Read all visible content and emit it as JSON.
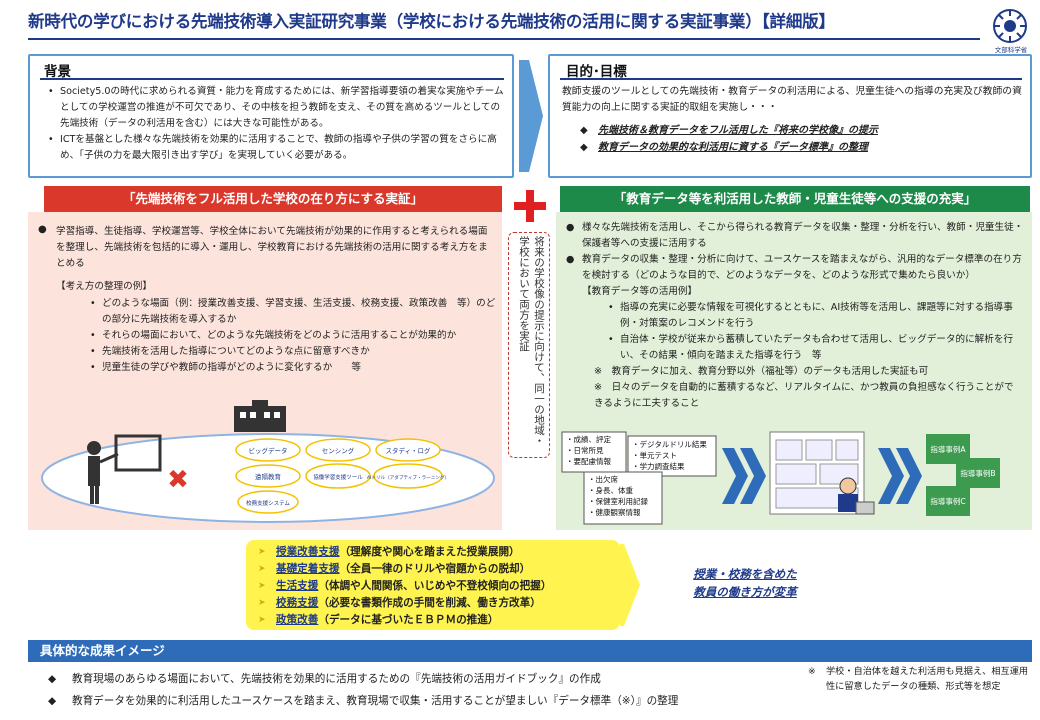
{
  "title": "新時代の学びにおける先端技術導入実証研究事業（学校における先端技術の活用に関する実証事業）【詳細版】",
  "logo_text": "文部科学省",
  "background": {
    "heading": "背景",
    "bullets": [
      "Society5.0の時代に求められる資質・能力を育成するためには、新学習指導要領の着実な実施やチームとしての学校運営の推進が不可欠であり、その中核を担う教師を支え、その質を高めるツールとしての先端技術（データの利活用を含む）には大きな可能性がある。",
      "ICTを基盤とした様々な先端技術を効果的に活用することで、教師の指導や子供の学習の質をさらに高め、「子供の力を最大限引き出す学び」を実現していく必要がある。"
    ]
  },
  "goal": {
    "heading": "目的･目標",
    "text": "教師支援のツールとしての先端技術・教育データの利活用による、児童生徒への指導の充実及び教師の資質能力の向上に関する実証的取組を実施し・・・",
    "points": [
      "先端技術＆教育データをフル活用した『将来の学校像』の提示",
      "教育データの効果的な利活用に資する『データ標準』の整理"
    ]
  },
  "left": {
    "banner": "「先端技術をフル活用した学校の在り方にする実証」",
    "bullet_mark": "●",
    "main": "学習指導、生徒指導、学校運営等、学校全体において先端技術が効果的に作用すると考えられる場面を整理し、先端技術を包括的に導入・運用し、学校教育における先端技術の活用に関する考え方をまとめる",
    "sub_heading": "【考え方の整理の例】",
    "sub_items": [
      "どのような場面（例：授業改善支援、学習支援、生活支援、校務支援、政策改善　等）のどの部分に先端技術を導入するか",
      "それらの場面において、どのような先端技術をどのように活用することが効果的か",
      "先端技術を活用した指導についてどのような点に留意すべきか",
      "児童生徒の学びや教師の指導がどのように変化するか　　等"
    ],
    "diagram": {
      "x_mark": "✖",
      "bubbles": [
        "ビッグデータ",
        "センシング",
        "スタディ・ログ",
        "遠隔教育",
        "協働学習支援ツール",
        "AIドリル（アダプティブ・ラーニング）",
        "校務支援システム"
      ]
    }
  },
  "middle": {
    "plus": "+",
    "vertical_text": "将来の学校像の提示に向けて、同一の地域・学校において両方を実証"
  },
  "right": {
    "banner": "「教育データ等を利活用した教師・児童生徒等への支援の充実」",
    "bullets": [
      "様々な先端技術を活用し、そこから得られる教育データを収集・整理・分析を行い、教師・児童生徒・保護者等への支援に活用する",
      "教育データの収集・整理・分析に向けて、ユースケースを踏まえながら、汎用的なデータ標準の在り方を検討する（どのような目的で、どのようなデータを、どのような形式で集めたら良いか）"
    ],
    "sub_heading": "【教育データ等の活用例】",
    "sub_items": [
      "指導の充実に必要な情報を可視化するとともに、AI技術等を活用し、課題等に対する指導事例・対策案のレコメンドを行う",
      "自治体・学校が従来から蓄積していたデータも合わせて活用し、ビッグデータ的に解析を行い、その結果・傾向を踏まえた指導を行う　等"
    ],
    "notes": [
      "※　教育データに加え、教育分野以外（福祉等）のデータも活用した実証も可",
      "※　日々のデータを自動的に蓄積するなど、リアルタイムに、かつ教員の負担感なく行うことができるように工夫すること"
    ],
    "flow": {
      "card1": [
        "・成績、評定",
        "・日常所見",
        "・要配慮情報"
      ],
      "card2": [
        "・デジタルドリル結果",
        "・単元テスト",
        "・学力調査結果"
      ],
      "card3": [
        "・出欠席",
        "・身長、体重",
        "・保健室利用記録",
        "・健康観察情報"
      ],
      "cases": [
        "指導事例A",
        "指導事例B",
        "指導事例C"
      ]
    }
  },
  "usage": {
    "items": [
      {
        "label": "授業改善支援",
        "desc": "（理解度や関心を踏まえた授業展開）"
      },
      {
        "label": "基礎定着支援",
        "desc": "（全員一律のドリルや宿題からの脱却）"
      },
      {
        "label": "生活支援",
        "desc": "（体調や人間関係、いじめや不登校傾向の把握）"
      },
      {
        "label": "校務支援",
        "desc": "（必要な書類作成の手間を削減、働き方改革）"
      },
      {
        "label": "政策改善",
        "desc": "（データに基づいたＥＢＰＭの推進）"
      }
    ],
    "result_line1": "授業・校務を含めた",
    "result_line2": "教員の働き方が変革"
  },
  "outcomes": {
    "heading": "具体的な成果イメージ",
    "items": [
      "教育現場のあらゆる場面において、先端技術を効果的に活用するための『先端技術の活用ガイドブック』の作成",
      "教育データを効果的に利活用したユースケースを踏まえ、教育現場で収集・活用することが望ましい『データ標準（※）』の整理"
    ],
    "note_mark": "※",
    "note": "学校・自治体を越えた利活用も見据え、相互運用性に留意したデータの種類、形式等を想定"
  },
  "colors": {
    "navy": "#1f3a8a",
    "red_banner": "#d9382b",
    "green_banner": "#1e8a4a",
    "pink_panel": "#fce4dc",
    "green_panel": "#e2f0d9",
    "yellow": "#fff44f",
    "blue_bar": "#2e6bb8"
  }
}
